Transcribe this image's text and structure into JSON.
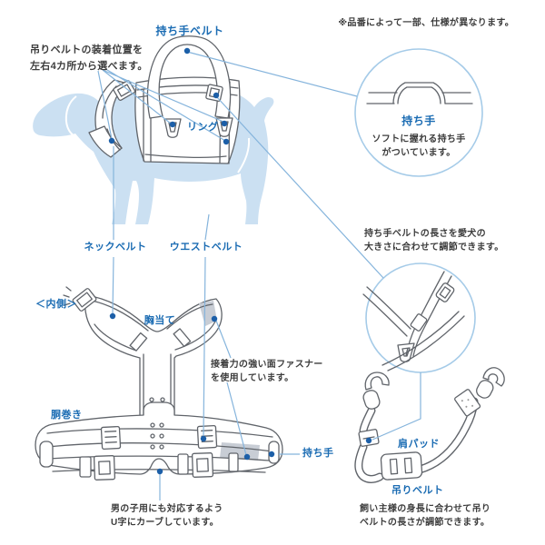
{
  "header": {
    "note": "※品番によって一部、仕様が異なります。"
  },
  "labels": {
    "handle_belt": "持ち手ベルト",
    "ring": "リング",
    "neck_belt": "ネックベルト",
    "waist_belt": "ウエストベルト",
    "inside": "＜内側＞",
    "chest_pad": "胸当て",
    "body_wrap": "胴巻き",
    "handle": "持ち手",
    "shoulder_pad": "肩パッド",
    "lift_belt": "吊りベルト"
  },
  "notes": {
    "lift_positions": "吊りベルトの装着位置を\n左右4カ所から選べます。",
    "velcro": "接着力の強い面ファスナー\nを使用しています。",
    "u_curve": "男の子用にも対応するよう\nU字にカーブしています。",
    "handle_belt_adjust": "持ち手ベルトの長さを愛犬の\n大きさに合わせて調節できます。",
    "lift_belt_adjust": "飼い主様の身長に合わせて吊り\nベルトの長さが調節できます。"
  },
  "callouts": {
    "handle_detail": {
      "title": "持ち手",
      "body": "ソフトに握れる持ち手\nがついています。"
    }
  },
  "colors": {
    "accent": "#1b6cb3",
    "leader": "#85b4dc",
    "dot": "#1c5fa8",
    "dog": "#cbe0f2",
    "outline": "#60646a",
    "circle": "#a5cbe8",
    "note": "#3c3c3c",
    "patch": "#c8cdd5"
  }
}
